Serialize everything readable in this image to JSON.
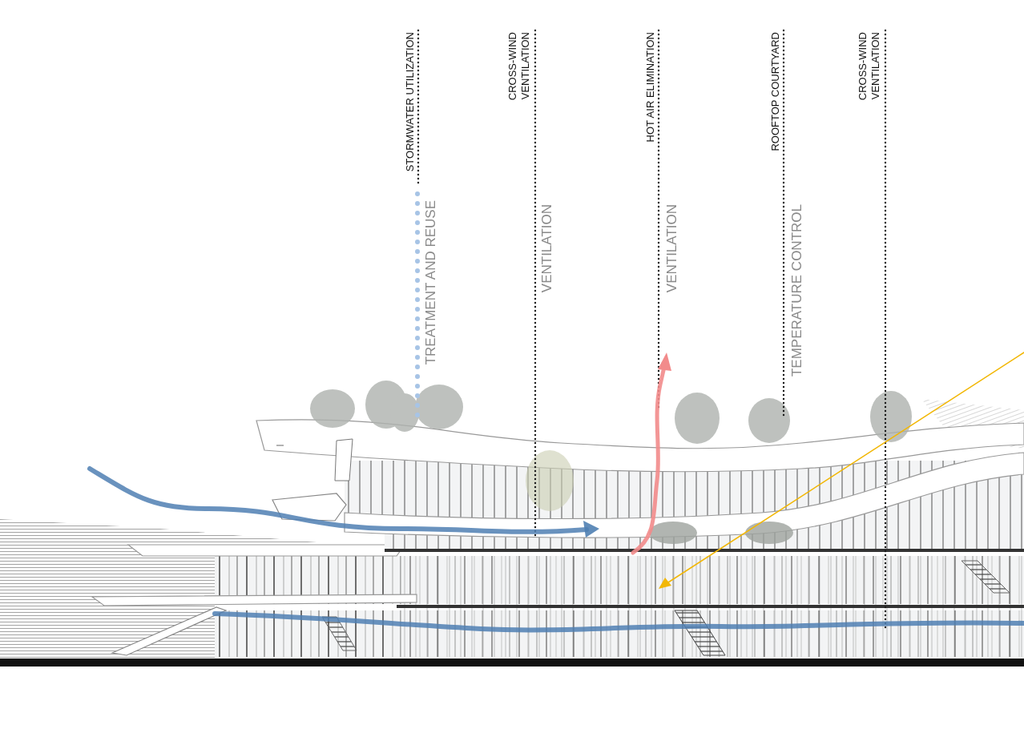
{
  "diagram": {
    "labels": [
      "STORMWATER UTILIZATION",
      "TREATMENT AND REUSE",
      "CROSS-WIND VENTILATION",
      "VENTILATION",
      "HOT AIR ELIMINATION",
      "VENTILATION",
      "ROOFTOP COURTYARD",
      "TEMPERATURE CONTROL",
      "CROSS-WIND VENTILATION"
    ]
  }
}
